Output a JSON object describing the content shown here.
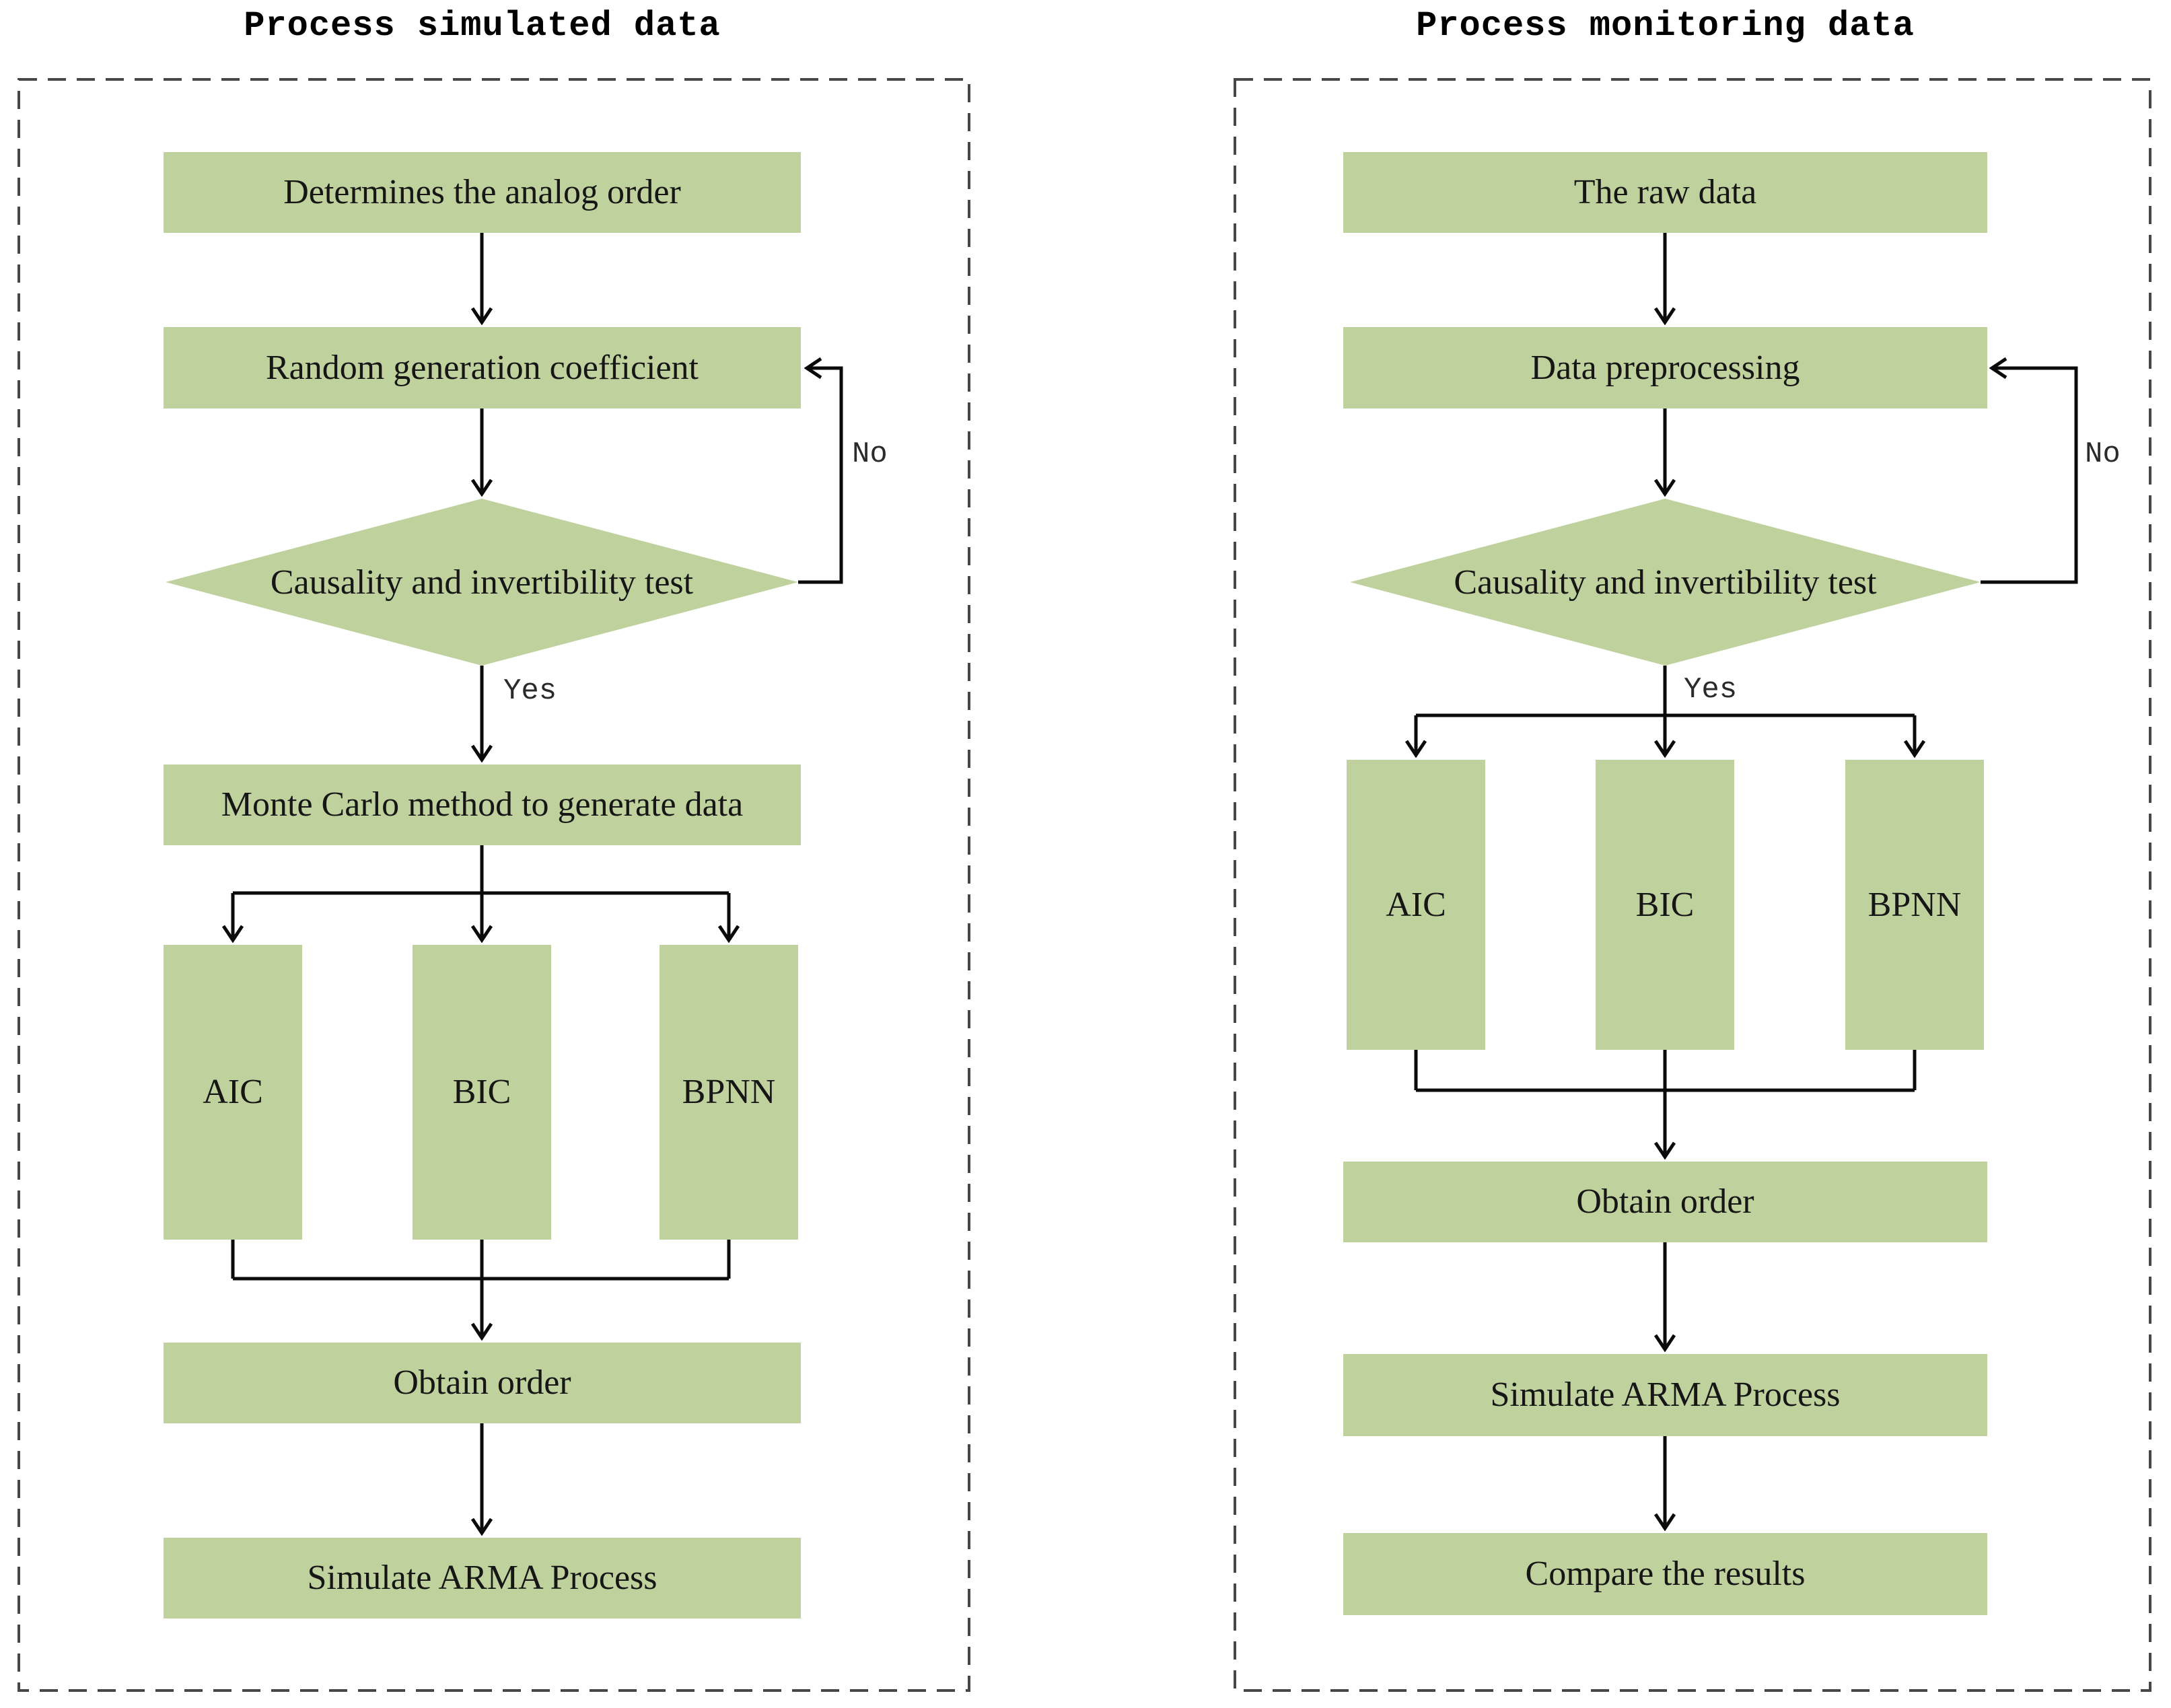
{
  "colors": {
    "node_fill": "#bfd19c",
    "line": "#0a0a0a",
    "panel_border": "#474747",
    "text": "#161616"
  },
  "left_panel": {
    "title": "Process simulated data",
    "nodes": {
      "determine": "Determines the analog order",
      "random_coeff": "Random generation coefficient",
      "causality_test": "Causality and invertibility test",
      "monte_carlo": "Monte Carlo method to generate data",
      "aic": "AIC",
      "bic": "BIC",
      "bpnn": "BPNN",
      "obtain_order": "Obtain order",
      "simulate_arma": "Simulate ARMA Process"
    },
    "labels": {
      "no": "No",
      "yes": "Yes"
    }
  },
  "right_panel": {
    "title": "Process monitoring data",
    "nodes": {
      "raw_data": "The raw data",
      "preprocessing": "Data preprocessing",
      "causality_test": "Causality and invertibility test",
      "aic": "AIC",
      "bic": "BIC",
      "bpnn": "BPNN",
      "obtain_order": "Obtain order",
      "simulate_arma": "Simulate ARMA Process",
      "compare": "Compare the results"
    },
    "labels": {
      "no": "No",
      "yes": "Yes"
    }
  }
}
